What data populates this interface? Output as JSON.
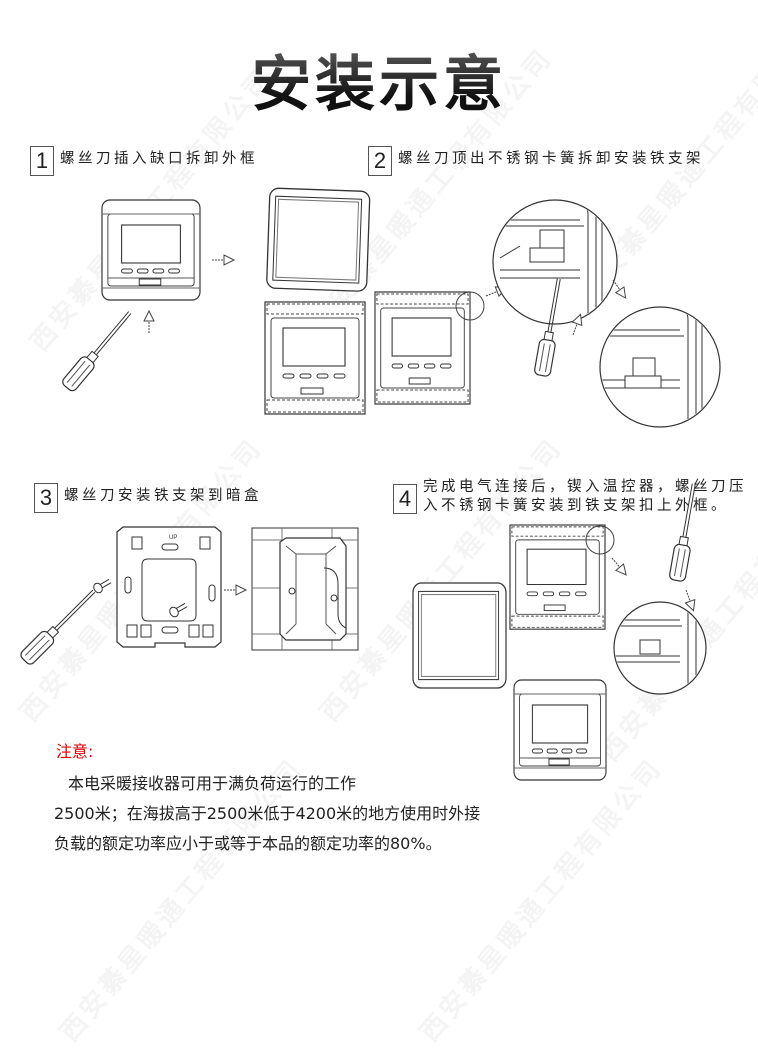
{
  "watermark": "西安綦星暖通工程有限公司",
  "title": "安装示意",
  "steps": [
    {
      "number": "1",
      "text": "螺丝刀插入缺口拆卸外框"
    },
    {
      "number": "2",
      "text": "螺丝刀顶出不锈钢卡簧拆卸安装铁支架"
    },
    {
      "number": "3",
      "text": "螺丝刀安装铁支架到暗盒"
    },
    {
      "number": "4",
      "text_line1": "完成电气连接后，锲入温控器，螺丝刀压",
      "text_line2": "入不锈钢卡簧安装到铁支架扣上外框。"
    }
  ],
  "bracket_label": "UP",
  "note": {
    "title": "注意:",
    "lines": [
      "本电采暖接收器可用于满负荷运行的工作",
      "2500米；在海拔高于2500米低于4200米的地方使用时外接",
      "负载的额定功率应小于或等于本品的额定功率的80%。"
    ],
    "title_color": "#e00000"
  },
  "icons": {
    "arrow": "hatched-arrow-icon",
    "screwdriver": "screwdriver-icon",
    "magnifier_circle": "detail-circle-icon"
  }
}
